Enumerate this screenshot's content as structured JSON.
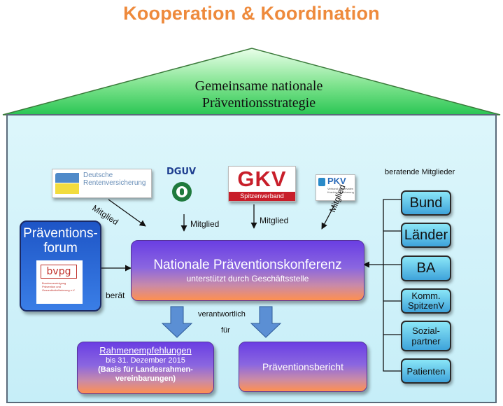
{
  "title": "Kooperation & Koordination",
  "roof": {
    "line1": "Gemeinsame nationale",
    "line2": "Präventionsstrategie"
  },
  "logos": {
    "drv": {
      "line1": "Deutsche",
      "line2": "Rentenversicherung"
    },
    "dguv": {
      "text": "DGUV"
    },
    "gkv": {
      "text": "GKV",
      "sub": "Spitzenverband"
    },
    "pkv": {
      "text": "PKV",
      "sub": "Verband der privaten Krankenversicherung e.V."
    },
    "bvpg": {
      "text": "bvpg",
      "sub1": "Bundesvereinigung",
      "sub2": "Prävention und",
      "sub3": "Gesundheitsförderung e.V."
    }
  },
  "labels": {
    "mitglied1": "Mitglied",
    "mitglied2": "Mitglied",
    "mitglied3": "Mitglied",
    "mitglied4": "Mitglied",
    "beratende": "beratende Mitglieder",
    "beraet": "berät",
    "verantwortlich": "verantwortlich",
    "fuer": "für"
  },
  "forum": {
    "line1": "Präventions-",
    "line2": "forum"
  },
  "konferenz": {
    "title": "Nationale Präventionskonferenz",
    "subtitle": "unterstützt durch Geschäftsstelle"
  },
  "rahmen": {
    "title_a": "Rahmen",
    "title_b": "empfehlungen",
    "line1": "bis 31. Dezember 2015",
    "line2": "(Basis für Landesrahmen-",
    "line3": "vereinbarungen)"
  },
  "bericht": {
    "title": "Präventionsbericht"
  },
  "advisors": [
    {
      "label": "Bund"
    },
    {
      "label": "Länder"
    },
    {
      "label": "BA"
    },
    {
      "line1": "Komm.",
      "line2": "SpitzenV"
    },
    {
      "line1": "Sozial-",
      "line2": "partner"
    },
    {
      "label": "Patienten"
    }
  ],
  "colors": {
    "title": "#ee8a3c",
    "roof": "#3fd06a",
    "house": "#d4f3fa",
    "advisor": "#5ec4ea",
    "purple": "#6a3ee3",
    "orange": "#ff9050",
    "arrow_blue": "#5b8fd4"
  }
}
